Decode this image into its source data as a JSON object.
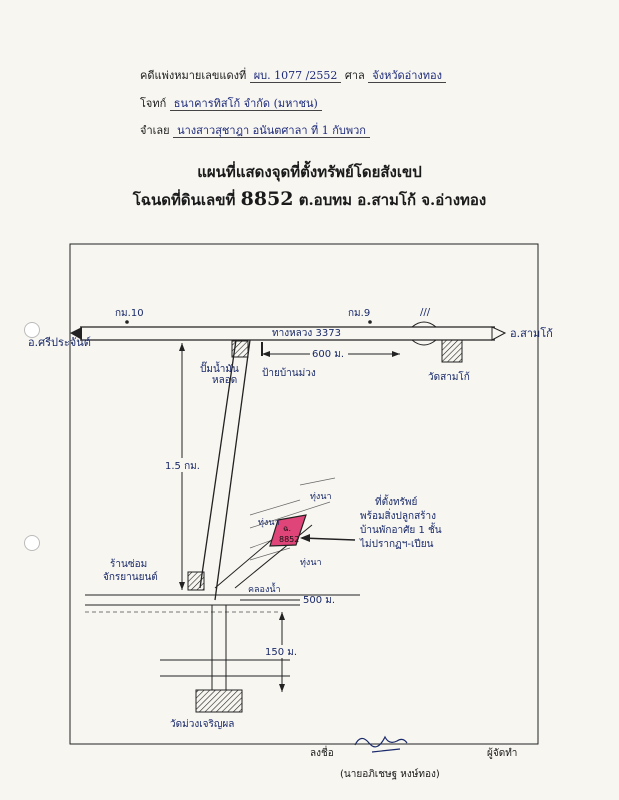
{
  "header": {
    "case_label": "คดีแพ่งหมายเลขแดงที่",
    "case_number": "ผบ. 1077 /2552",
    "court_label": "ศาล",
    "court_name": "จังหวัดอ่างทอง",
    "plaintiff_label": "โจทก์",
    "plaintiff": "ธนาคารทิสโก้ จำกัด (มหาชน)",
    "defendant_label": "จำเลย",
    "defendant": "นางสาวสุชาฎา อนันตศาลา ที่ 1 กับพวก"
  },
  "titles": {
    "line1": "แผนที่แสดงจุดที่ตั้งทรัพย์โดยสังเขป",
    "line2_prefix": "โฉนดที่ดินเลขที่",
    "deed_number": "8852",
    "line2_suffix": "ต.อบทม อ.สามโก้ จ.อ่างทอง"
  },
  "map": {
    "km10": "กม.10",
    "km9": "กม.9",
    "left_dest": "อ.ศรีประจันต์",
    "right_dest": "อ.สามโก้",
    "highway": "ทางหลวง 3373",
    "gas_station": "ปั๊มน้ำมัน",
    "gas_station2": "หลอด",
    "sign": "ป้ายบ้านม่วง",
    "dist_600": "600 ม.",
    "temple_samko": "วัดสามโก้",
    "dist_15km": "1.5 กม.",
    "field1": "ทุ่งนา",
    "field2": "ทุ่งนา",
    "field3": "ทุ่งนา",
    "parcel_label": "ฉ.",
    "parcel_number": "8852",
    "property_line1": "ที่ตั้งทรัพย์",
    "property_line2": "พร้อมสิ่งปลูกสร้าง",
    "property_line3": "บ้านพักอาศัย 1 ชั้น",
    "property_line4": "ไม่ปรากฏฯ-เปียน",
    "shop_line1": "ร้านซ่อม",
    "shop_line2": "จักรยานยนต์",
    "canal": "คลองน้ำ",
    "dist_500": "500 ม.",
    "dist_150": "150 ม.",
    "temple_bottom": "วัดม่วงเจริญผล"
  },
  "footer": {
    "sign_label": "ลงชื่อ",
    "role": "ผู้จัดทำ",
    "name": "(นายอภิเชษฐ หงษ์ทอง)"
  },
  "colors": {
    "ink": "#1a1a1a",
    "blue_ink": "#1d2a7a",
    "parcel_fill": "#e0457a"
  }
}
